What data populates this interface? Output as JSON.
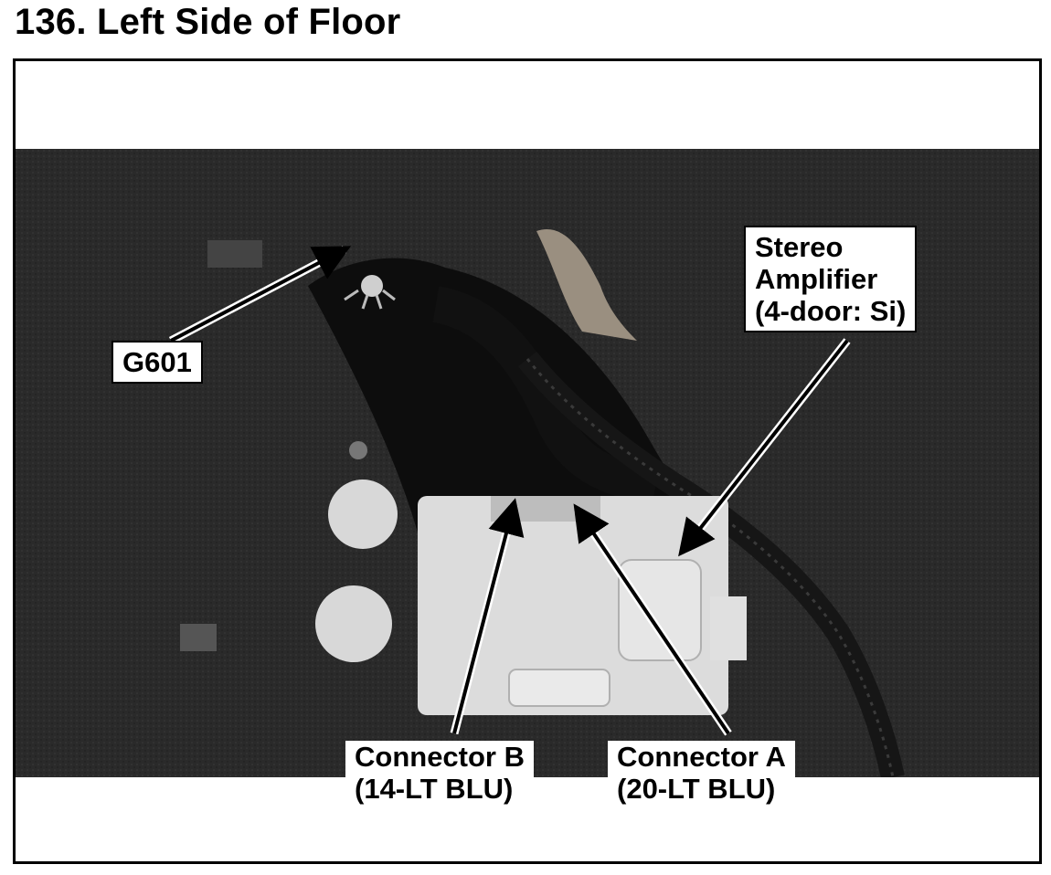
{
  "page": {
    "title": "136. Left Side of Floor"
  },
  "labels": {
    "g601": "G601",
    "amplifier": [
      "Stereo",
      "Amplifier",
      "(4-door: Si)"
    ],
    "connector_b": [
      "Connector B",
      "(14-LT BLU)"
    ],
    "connector_a": [
      "Connector A",
      "(20-LT BLU)"
    ]
  }
}
